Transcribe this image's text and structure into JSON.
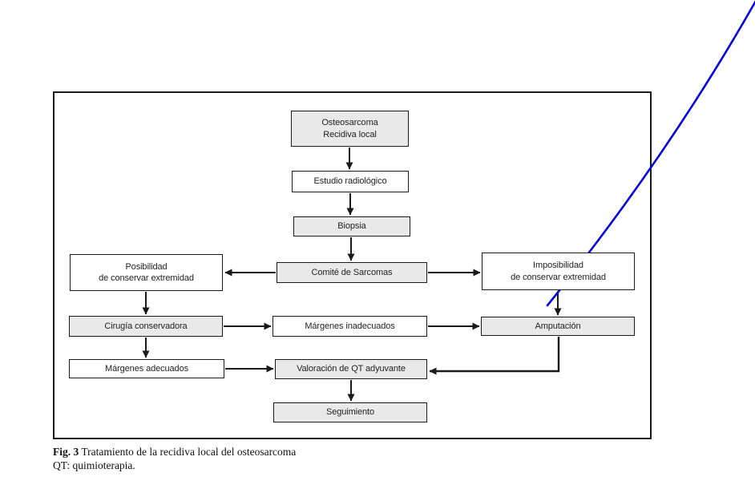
{
  "flowchart": {
    "nodes": {
      "osteosarcoma": {
        "line1": "Osteosarcoma",
        "line2": "Recidiva local"
      },
      "estudio_radiologico": {
        "label": "Estudio radiológico"
      },
      "biopsia": {
        "label": "Biopsia"
      },
      "comite_sarcomas": {
        "label": "Comité de Sarcomas"
      },
      "posibilidad": {
        "line1": "Posibilidad",
        "line2": "de conservar extremidad"
      },
      "imposibilidad": {
        "line1": "Imposibilidad",
        "line2": "de conservar extremidad"
      },
      "cirugia_conservadora": {
        "label": "Cirugía conservadora"
      },
      "margenes_inadecuados": {
        "label": "Márgenes inadecuados"
      },
      "amputacion": {
        "label": "Amputación"
      },
      "margenes_adecuados": {
        "label": "Márgenes adecuados"
      },
      "valoracion_qt_adyuvante": {
        "label": "Valoración de QT adyuvante"
      },
      "seguimiento": {
        "label": "Seguimiento"
      }
    },
    "caption": {
      "figure_label": "Fig. 3",
      "figure_title": "Tratamiento de la recidiva local del osteosarcoma",
      "abbreviation_note": "QT: quimioterapia."
    },
    "colors": {
      "shaded_node_fill": "#e9e9e9",
      "plain_node_fill": "#ffffff",
      "connector_color": "#1a1a1a",
      "annotation_blue": "#0505e0"
    }
  }
}
